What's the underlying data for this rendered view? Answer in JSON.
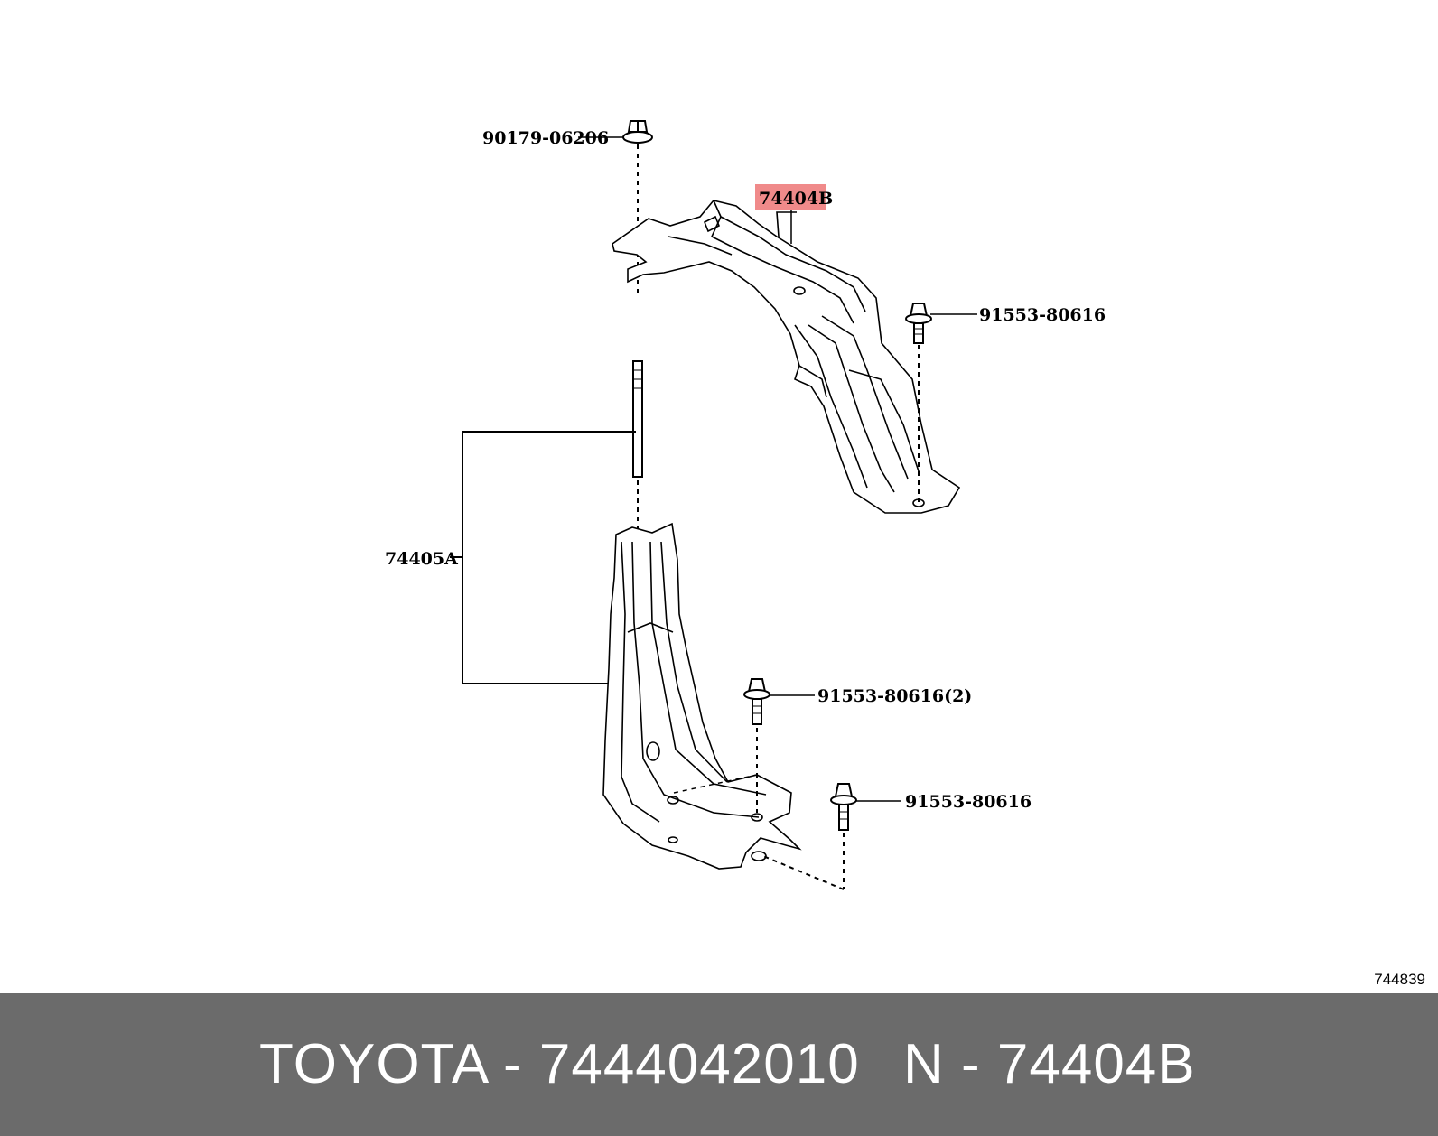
{
  "diagram": {
    "labels": {
      "nut_top": "90179-06206",
      "bracket_upper": "74404B",
      "bolt_upper": "91553-80616",
      "bracket_lower": "74405A",
      "bolt_middle": "91553-80616(2)",
      "bolt_lower": "91553-80616"
    },
    "highlight_color": "#f08a8a",
    "reference_number": "744839"
  },
  "footer": {
    "brand_part": "TOYOTA - 7444042010",
    "ref": "N - 74404B",
    "background": "#6b6b6b"
  }
}
